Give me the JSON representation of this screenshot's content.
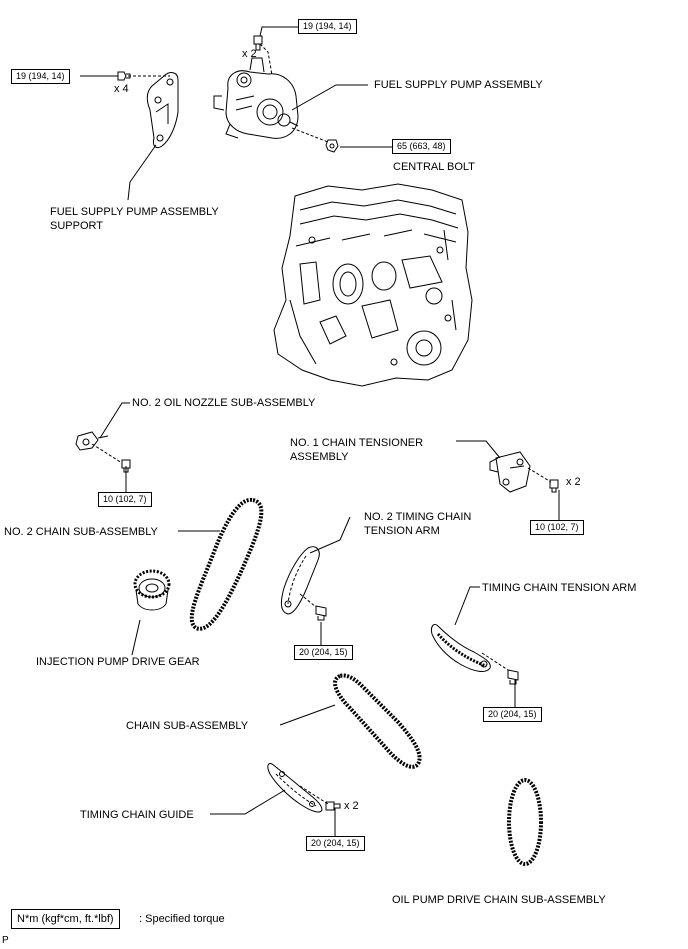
{
  "labels": {
    "fuel_supply_pump": "FUEL SUPPLY PUMP ASSEMBLY",
    "central_bolt": "CENTRAL BOLT",
    "pump_support_l1": "FUEL SUPPLY PUMP ASSEMBLY",
    "pump_support_l2": "SUPPORT",
    "oil_nozzle": "NO. 2 OIL NOZZLE SUB-ASSEMBLY",
    "tensioner_l1": "NO. 1 CHAIN TENSIONER",
    "tensioner_l2": "ASSEMBLY",
    "no2_chain": "NO. 2 CHAIN SUB-ASSEMBLY",
    "no2_arm_l1": "NO. 2 TIMING CHAIN",
    "no2_arm_l2": "TENSION ARM",
    "tension_arm": "TIMING CHAIN TENSION ARM",
    "drive_gear": "INJECTION PUMP DRIVE GEAR",
    "chain_sub": "CHAIN SUB-ASSEMBLY",
    "chain_guide": "TIMING CHAIN GUIDE",
    "oil_pump_chain": "OIL PUMP DRIVE CHAIN SUB-ASSEMBLY"
  },
  "torques": {
    "pump_bolt": "19 (194, 14)",
    "support_bolt": "19 (194, 14)",
    "central_bolt": "65 (663, 48)",
    "nozzle_bolt": "10 (102, 7)",
    "tensioner_bolt": "10 (102, 7)",
    "no2_arm_bolt": "20 (204, 15)",
    "tension_arm_bolt": "20 (204, 15)",
    "guide_bolt": "20 (204, 15)"
  },
  "quantities": {
    "pump_bolt": "x 2",
    "support_bolt": "x 4",
    "tensioner_bolt": "x 2",
    "guide_bolt": "x 2"
  },
  "legend": {
    "unit": "N*m (kgf*cm, ft.*lbf)",
    "meaning": ": Specified torque"
  },
  "corner_mark": "P"
}
